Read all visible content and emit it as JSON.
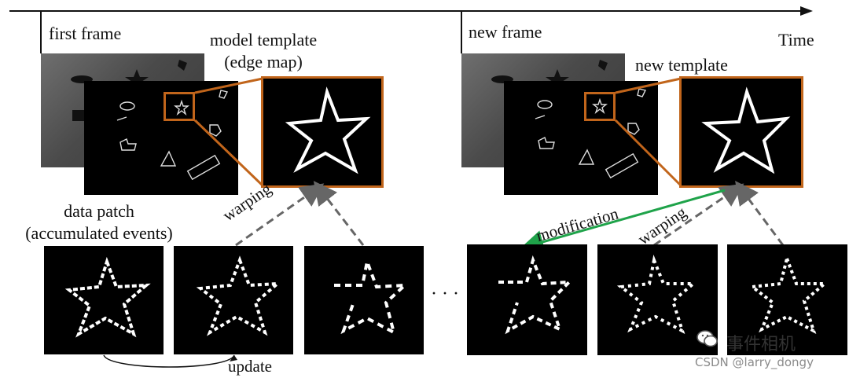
{
  "labels": {
    "time": "Time",
    "first_frame": "first frame",
    "model_template_line1": "model template",
    "model_template_line2": "(edge map)",
    "new_frame": "new frame",
    "new_template": "new template",
    "data_patch_line1": "data patch",
    "data_patch_line2": "(accumulated events)",
    "warping_left": "warping",
    "warping_right": "warping",
    "modification": "modification",
    "update": "update",
    "ellipsis": "· · ·"
  },
  "watermark": {
    "brand": "事件相机",
    "credit": "CSDN @larry_dongy",
    "icon": "wechat-icon"
  },
  "colors": {
    "template_box": "#c1651b",
    "modification_arrow": "#1fa34a",
    "warping_arrow": "#666666"
  }
}
